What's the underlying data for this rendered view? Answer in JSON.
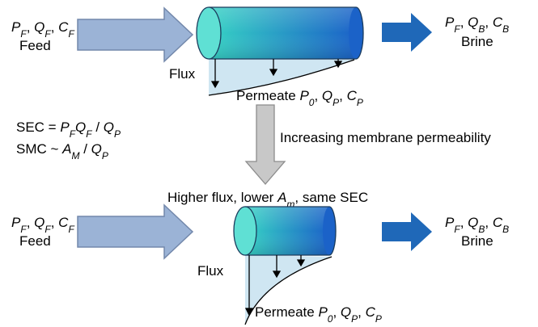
{
  "colors": {
    "feed_arrow_fill": "#9bb3d6",
    "feed_arrow_stroke": "#7388ab",
    "brine_arrow": "#1f68b8",
    "cylinder_start": "#36d3c4",
    "cylinder_end": "#1b62c8",
    "cylinder_cap": "#5fe0d4",
    "permeate_fill": "#cfe6f2",
    "down_arrow_fill": "#c8c8c8",
    "down_arrow_stroke": "#8c8c8c"
  },
  "top": {
    "feed_vars": [
      "P",
      "F",
      ", ",
      "Q",
      "F",
      ", ",
      "C",
      "F"
    ],
    "feed_label": "Feed",
    "brine_vars": [
      "P",
      "F",
      ", ",
      "Q",
      "B",
      ", ",
      "C",
      "B"
    ],
    "brine_label": "Brine",
    "flux_label": "Flux",
    "permeate_word": "Permeate ",
    "permeate_vars": [
      "P",
      "0",
      ", ",
      "Q",
      "P",
      ", ",
      "C",
      "P"
    ]
  },
  "middle": {
    "sec_eq": [
      "SEC = ",
      "P",
      "F",
      "Q",
      "F",
      " / ",
      "Q",
      "P"
    ],
    "smc_eq": [
      "SMC ~ ",
      "A",
      "M",
      " / ",
      "Q",
      "P"
    ],
    "increasing_label": "Increasing membrane permeability",
    "higher_flux": [
      "Higher flux, lower ",
      "A",
      "m",
      ", same SEC"
    ]
  },
  "bottom": {
    "feed_vars": [
      "P",
      "F",
      ", ",
      "Q",
      "F",
      ", ",
      "C",
      "F"
    ],
    "feed_label": "Feed",
    "brine_vars": [
      "P",
      "F",
      ", ",
      "Q",
      "B",
      ", ",
      "C",
      "B"
    ],
    "brine_label": "Brine",
    "flux_label": "Flux",
    "permeate_word": "Permeate ",
    "permeate_vars": [
      "P",
      "0",
      ", ",
      "Q",
      "P",
      ", ",
      "C",
      "P"
    ]
  }
}
